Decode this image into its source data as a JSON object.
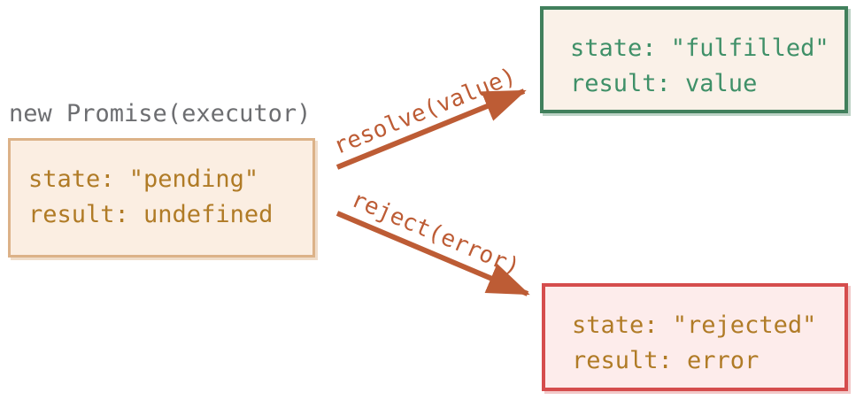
{
  "diagram": {
    "constructor_label": "new Promise(executor)",
    "pending_box": {
      "lines": [
        "state: \"pending\"",
        "result: undefined"
      ]
    },
    "fulfilled_box": {
      "lines": [
        "state: \"fulfilled\"",
        "result: value"
      ]
    },
    "rejected_box": {
      "lines": [
        "state: \"rejected\"",
        "result: error"
      ]
    },
    "resolve_arrow_label": "resolve(value)",
    "reject_arrow_label": "reject(error)"
  },
  "colors": {
    "canvas-bg": "#ffffff",
    "label-gray": "#6d6e71",
    "arrow": "#bd5c35",
    "code-brown": "#b07b26",
    "pending-border": "#dcb288",
    "pending-fill": "#fbeee2",
    "fulfilled-border": "#41805c",
    "fulfilled-fill": "#faf1e8",
    "fulfilled-text": "#3f9068",
    "rejected-border": "#d54d4d",
    "rejected-fill": "#fdeceb"
  }
}
